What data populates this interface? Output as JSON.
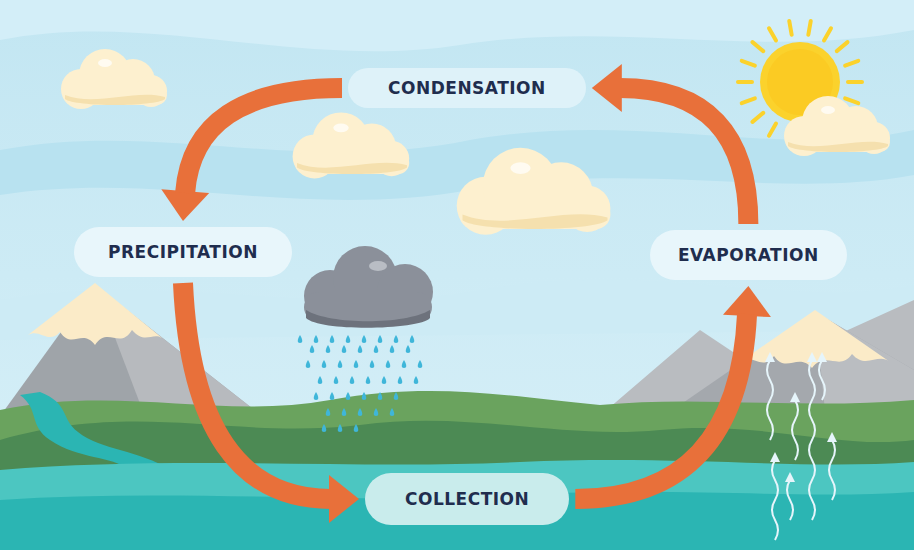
{
  "diagram": {
    "nodes": [
      {
        "text": [
          "CONDENSATION"
        ]
      },
      {
        "text": [
          "PRECIPITATION"
        ]
      },
      {
        "text": [
          "EVAPORATION"
        ]
      },
      {
        "text": [
          "COLLECTION"
        ]
      }
    ],
    "edges": [
      {
        "from": 0,
        "to": 1,
        "arrow": "to"
      },
      {
        "from": 1,
        "to": 3,
        "arrow": "to"
      },
      {
        "from": 3,
        "to": 2,
        "arrow": "to"
      },
      {
        "from": 2,
        "to": 0,
        "arrow": "to"
      }
    ]
  }
}
